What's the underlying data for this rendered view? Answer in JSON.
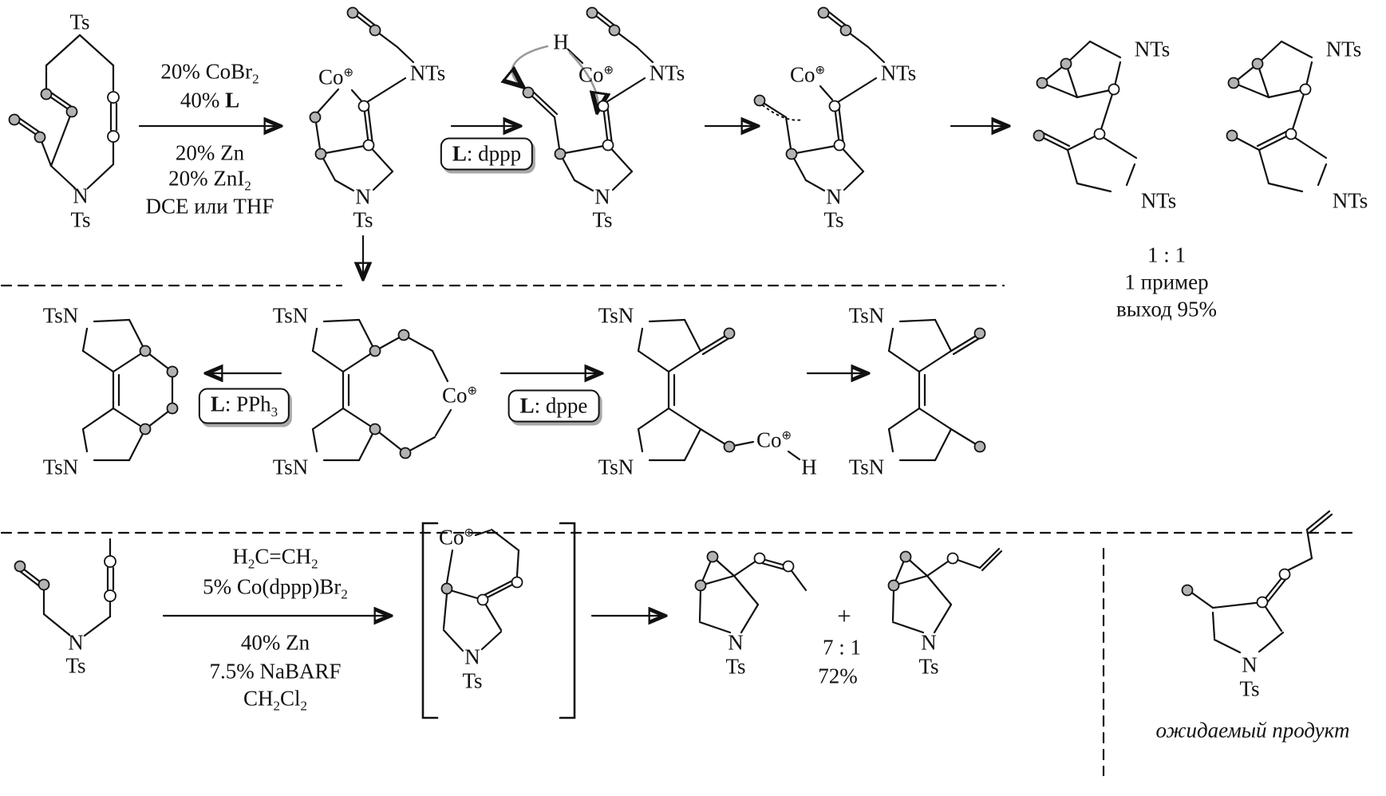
{
  "row1": {
    "start_material": {
      "ts_top": "Ts",
      "n": "N",
      "ts_bottom": "Ts"
    },
    "conditions": {
      "l1": "20% CoBr",
      "l1_sub": "2",
      "l2": "40% ",
      "l2_ligand": "L",
      "l3": "20% Zn",
      "l4": "20% ZnI",
      "l4_sub": "2",
      "l5": "DCE или THF"
    },
    "cobaltacycle": {
      "co": "Co",
      "charge": "⊕",
      "nts": "NTs",
      "n": "N",
      "ts": "Ts"
    },
    "ligand_box_dppp": {
      "ligand": "L",
      "rest": ": dppp"
    },
    "hydride_intermediate": {
      "h": "H",
      "co": "Co",
      "charge": "⊕",
      "nts": "NTs",
      "n": "N",
      "ts": "Ts"
    },
    "allyl_intermediate": {
      "co": "Co",
      "charge": "⊕",
      "nts": "NTs",
      "n": "N",
      "ts": "Ts"
    },
    "product_a": {
      "nts_top": "NTs",
      "nts_bottom": "NTs"
    },
    "product_b": {
      "nts_top": "NTs",
      "nts_bottom": "NTs"
    },
    "result": {
      "ratio": "1 : 1",
      "examples": "1 пример",
      "yield": "выход 95%"
    }
  },
  "row2": {
    "pph3_product": {
      "tsn_top": "TsN",
      "tsn_bottom": "TsN"
    },
    "ligand_box_pph3": {
      "ligand": "L",
      "rest": ": PPh",
      "sub": "3"
    },
    "cobaltacycle": {
      "tsn_top": "TsN",
      "co": "Co",
      "charge": "⊕",
      "tsn_bottom": "TsN"
    },
    "ligand_box_dppe": {
      "ligand": "L",
      "rest": ": dppe"
    },
    "hydride_intermediate": {
      "tsn_top": "TsN",
      "tsn_bottom": "TsN",
      "co": "Co",
      "charge": "⊕",
      "h": "H"
    },
    "dppe_product": {
      "tsn_top": "TsN",
      "tsn_bottom": "TsN"
    }
  },
  "row3": {
    "start_material": {
      "n": "N",
      "ts": "Ts"
    },
    "conditions": {
      "l1a": "H",
      "l1a_sub": "2",
      "l1b": "C=CH",
      "l1b_sub": "2",
      "l2": "5% Co(dppp)Br",
      "l2_sub": "2",
      "l3": "40% Zn",
      "l4": "7.5% NaBARF",
      "l5a": "CH",
      "l5a_sub": "2",
      "l5b": "Cl",
      "l5b_sub": "2"
    },
    "intermediate": {
      "co": "Co",
      "charge": "⊕",
      "n": "N",
      "ts": "Ts"
    },
    "product_major": {
      "n": "N",
      "ts": "Ts"
    },
    "plus": "+",
    "result": {
      "ratio": "7 : 1",
      "yield": "72%"
    },
    "product_minor": {
      "n": "N",
      "ts": "Ts"
    },
    "expected_product": {
      "n": "N",
      "ts": "Ts",
      "caption": "ожидаемый продукт"
    }
  }
}
